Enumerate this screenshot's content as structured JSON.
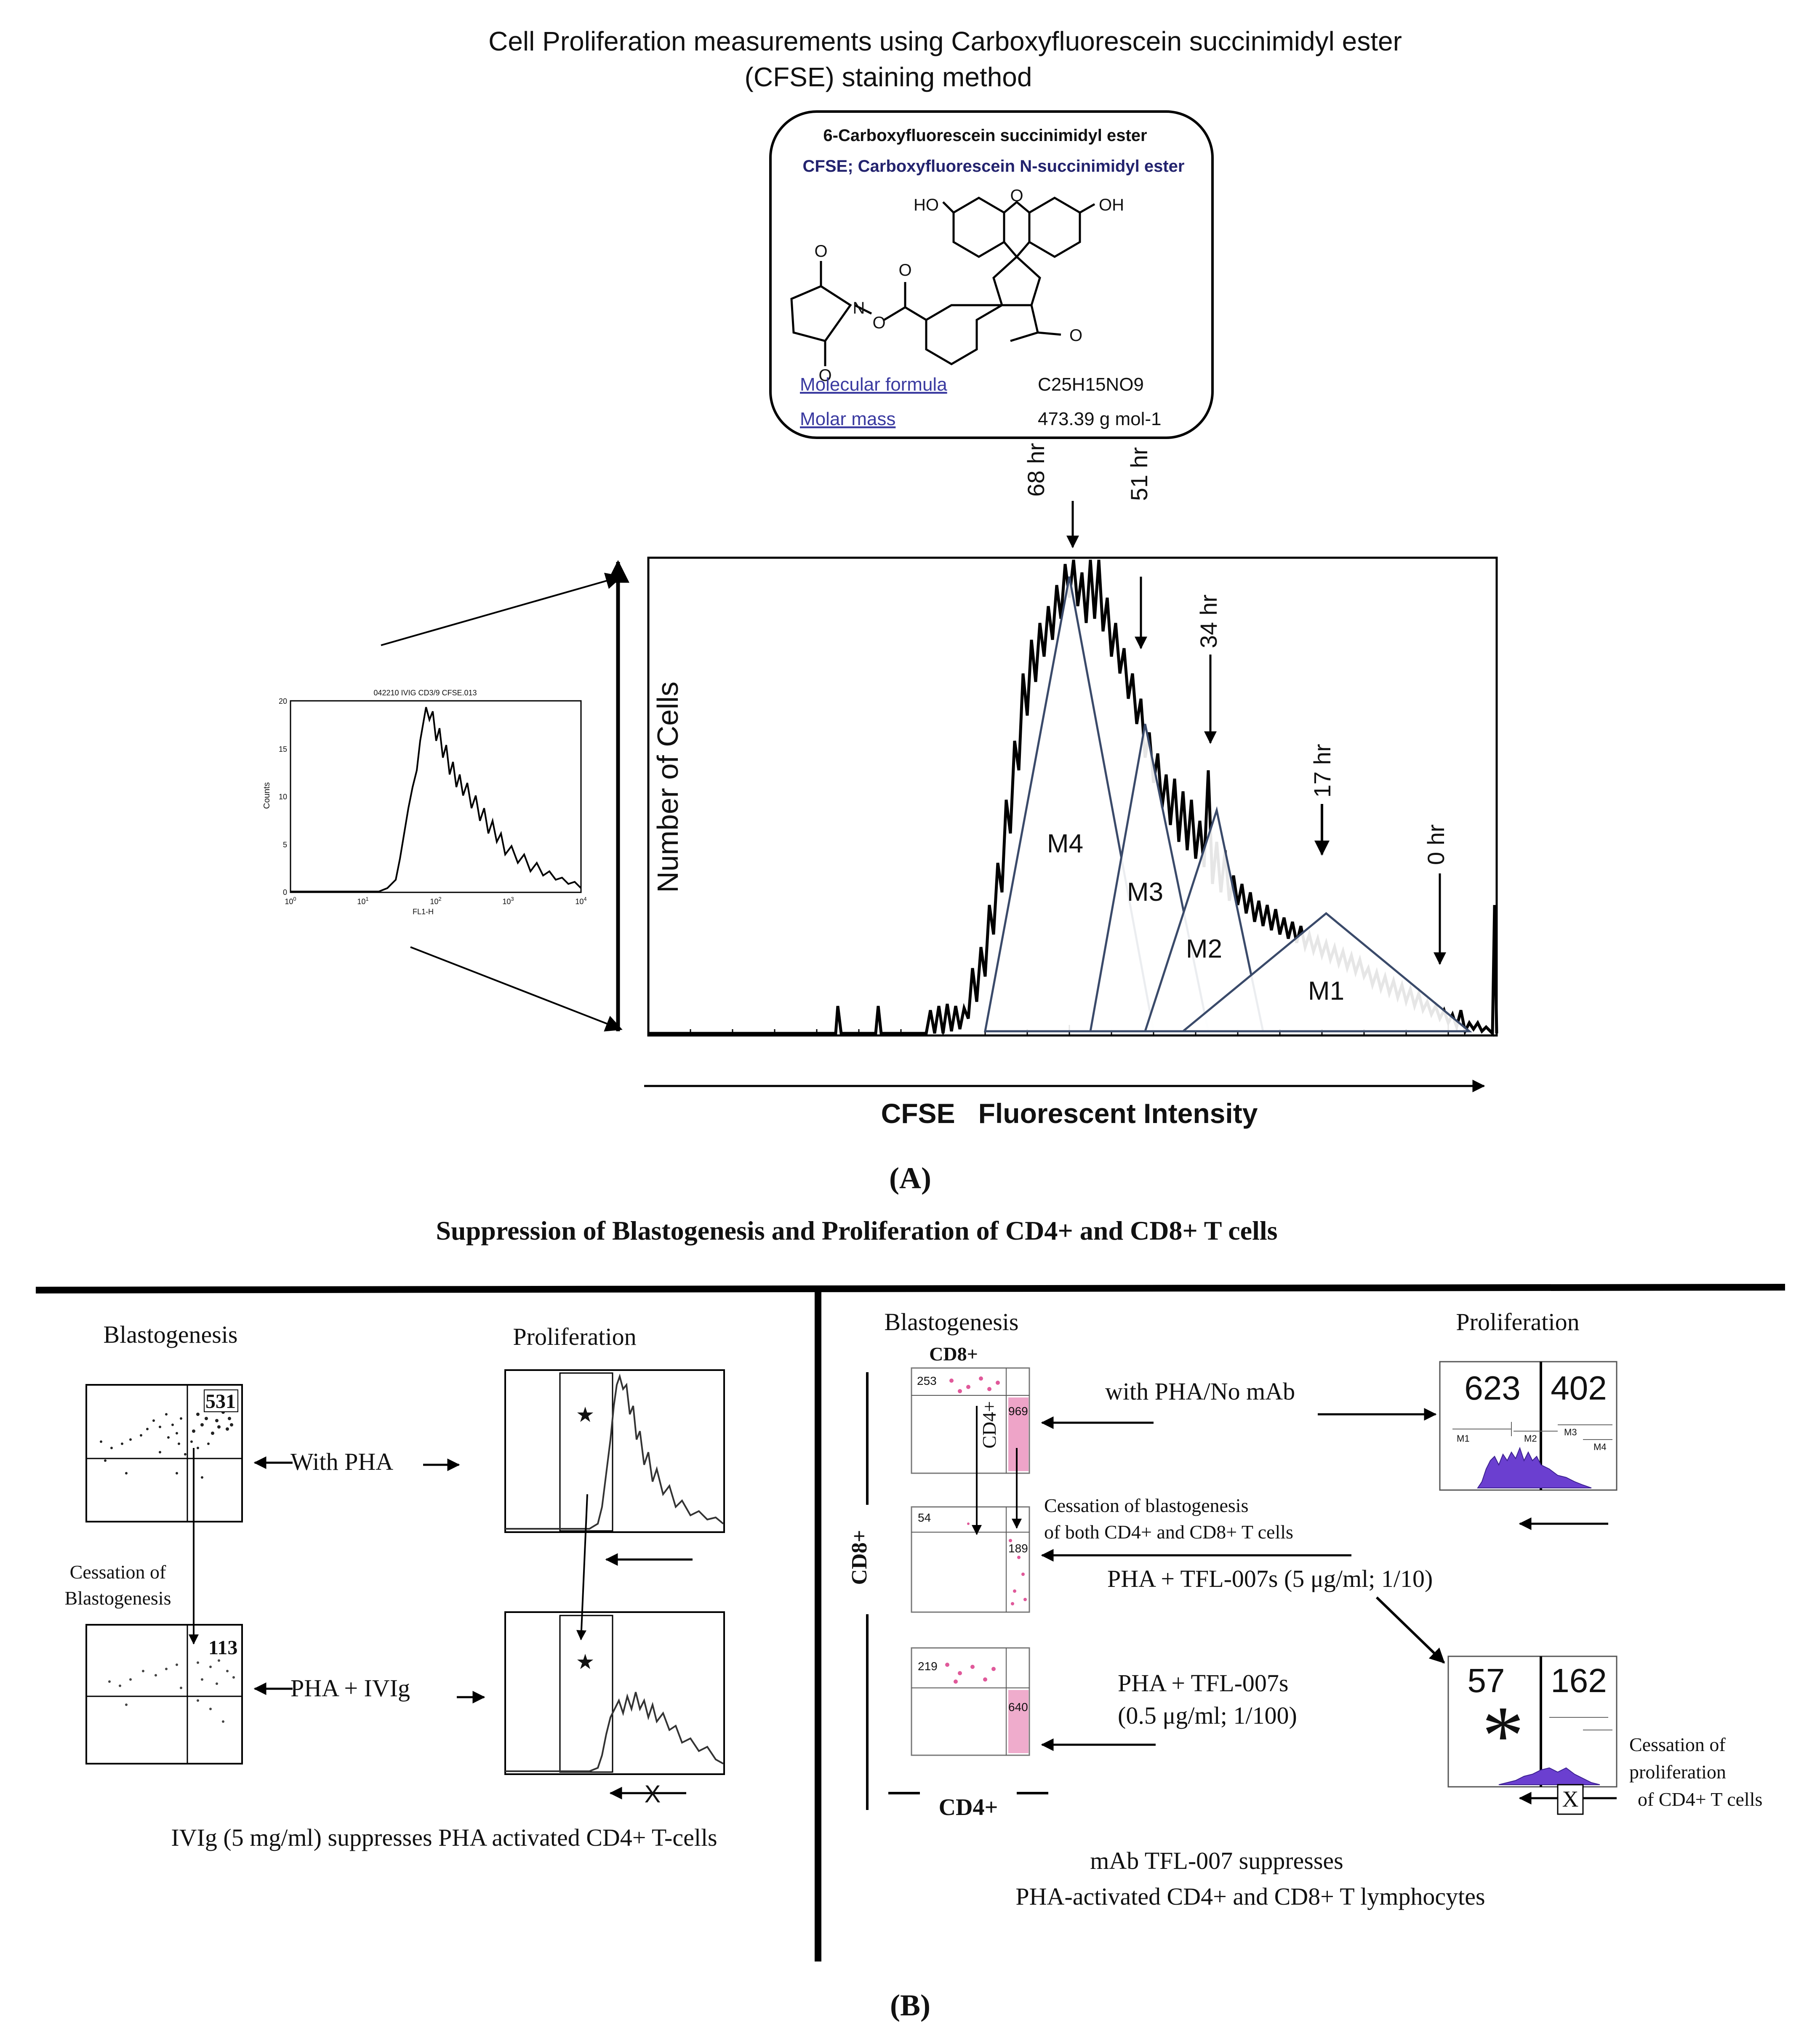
{
  "panel_a": {
    "title_line1": "Cell Proliferation measurements using Carboxyfluorescein succinimidyl ester",
    "title_line2": "(CFSE) staining method",
    "compound": {
      "name": "6-Carboxyfluorescein succinimidyl ester",
      "synonym": "CFSE; Carboxyfluorescein N-succinimidyl ester",
      "formula_label": "Molecular formula",
      "formula_value": "C25H15NO9",
      "mass_label": "Molar mass",
      "mass_value": "473.39 g mol-1",
      "atom_labels": [
        "HO",
        "O",
        "OH",
        "O",
        "N",
        "O",
        "O",
        "O",
        "O"
      ]
    },
    "inset": {
      "title": "042210 IVIG CD3/9 CFSE.013",
      "ylabel": "Counts",
      "xlabel": "FL1-H",
      "yticks": [
        "0",
        "5",
        "10",
        "15",
        "20"
      ],
      "xticks": [
        "10",
        "10",
        "10",
        "10",
        "10"
      ],
      "xtick_exp": [
        "0",
        "1",
        "2",
        "3",
        "4"
      ]
    },
    "main": {
      "ylabel": "Number of Cells",
      "xlabel": "CFSE   Fluorescent Intensity",
      "time_labels": [
        "68 hr",
        "51 hr",
        "34 hr",
        "17 hr",
        "0 hr"
      ],
      "gates": [
        "M4",
        "M3",
        "M2",
        "M1"
      ]
    },
    "caption": "(A)"
  },
  "panel_b": {
    "title": "Suppression of Blastogenesis and Proliferation of CD4+ and CD8+ T cells",
    "left": {
      "blast_header": "Blastogenesis",
      "prolif_header": "Proliferation",
      "q1_value": "531",
      "q2_value": "113",
      "row1_label": "With PHA",
      "row2_label": "PHA + IVIg",
      "cessation_line1": "Cessation of",
      "cessation_line2": "Blastogenesis",
      "star": "★",
      "cross": "X",
      "caption": "IVIg (5 mg/ml) suppresses PHA activated CD4+ T-cells"
    },
    "right": {
      "blast_header": "Blastogenesis",
      "prolif_header": "Proliferation",
      "cd8_top": "CD8+",
      "cd4_vertical": "CD4+",
      "cd8_axis": "CD8+",
      "cd4_axis": "CD4+",
      "s1_left": "253",
      "s1_right": "969",
      "s2_left": "54",
      "s2_right": "189",
      "s3_left": "219",
      "s3_right": "640",
      "h1_left": "623",
      "h1_right": "402",
      "h2_left": "57",
      "h2_right": "162",
      "hist_gates": [
        "M1",
        "M2",
        "M3",
        "M4"
      ],
      "row1_label": "with PHA/No mAb",
      "cessation_line1": "Cessation of blastogenesis",
      "cessation_line2": "of both CD4+ and CD8+ T cells",
      "row2_label": "PHA + TFL-007s (5 μg/ml; 1/10)",
      "row3_line1": "PHA + TFL-007s",
      "row3_line2": "(0.5 μg/ml; 1/100)",
      "asterisk": "*",
      "prolif_cessation_line1": "Cessation of",
      "prolif_cessation_line2": "proliferation",
      "prolif_cessation_line3": "of CD4+ T cells",
      "cross": "X",
      "caption_line1": "mAb TFL-007 suppresses",
      "caption_line2": "PHA-activated CD4+ and CD8+ T lymphocytes"
    },
    "caption": "(B)"
  }
}
